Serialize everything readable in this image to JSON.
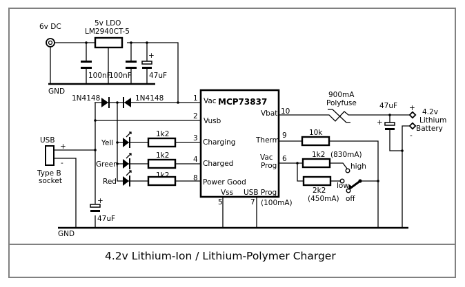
{
  "title": "4.2v Lithium-Ion / Lithium-Polymer Charger",
  "power_input": {
    "label": "6v DC",
    "gnd_label": "GND"
  },
  "regulator": {
    "line1": "5v LDO",
    "line2": "LM2940CT-5",
    "cap_in": "100nF",
    "cap_out": "100nF",
    "cap_bulk": "47uF",
    "plus": "+"
  },
  "diodes": {
    "d1": "1N4148",
    "d2": "1N4148"
  },
  "usb": {
    "label": "USB",
    "socket_line1": "Type B",
    "socket_line2": "socket",
    "plus": "+",
    "minus": "-",
    "cap": "47uF",
    "cap_plus": "+",
    "gnd_label": "GND"
  },
  "leds": [
    {
      "label": "Yell",
      "resistor": "1k2",
      "pin": "3"
    },
    {
      "label": "Green",
      "resistor": "1k2",
      "pin": "4"
    },
    {
      "label": "Red",
      "resistor": "1k2",
      "pin": "8"
    }
  ],
  "ic": {
    "name": "MCP73837",
    "left_pins": [
      {
        "num": "1",
        "name": "Vac"
      },
      {
        "num": "2",
        "name": "Vusb"
      },
      {
        "num": "3",
        "name": "Charging"
      },
      {
        "num": "4",
        "name": "Charged"
      },
      {
        "num": "8",
        "name": "Power Good"
      }
    ],
    "right_pins": [
      {
        "num": "10",
        "name": "Vbat"
      },
      {
        "num": "9",
        "name": "Therm"
      },
      {
        "num": "6",
        "name_line1": "Vac",
        "name_line2": "Prog"
      }
    ],
    "bottom_pins": [
      {
        "num": "5",
        "name": "Vss"
      },
      {
        "num": "7",
        "name": "USB Prog",
        "note": "(100mA)"
      }
    ]
  },
  "output": {
    "fuse_line1": "900mA",
    "fuse_line2": "Polyfuse",
    "cap": "47uF",
    "cap_plus": "+",
    "therm_resistor": "10k",
    "prog_high_resistor": "1k2",
    "prog_high_current": "(830mA)",
    "prog_low_resistor": "2k2",
    "prog_low_current": "(450mA)",
    "switch_high": "high",
    "switch_low": "low",
    "switch_off": "off",
    "battery_plus": "+",
    "battery_minus": "-",
    "battery_line1": "4.2v",
    "battery_line2": "Lithium",
    "battery_line3": "Battery"
  }
}
